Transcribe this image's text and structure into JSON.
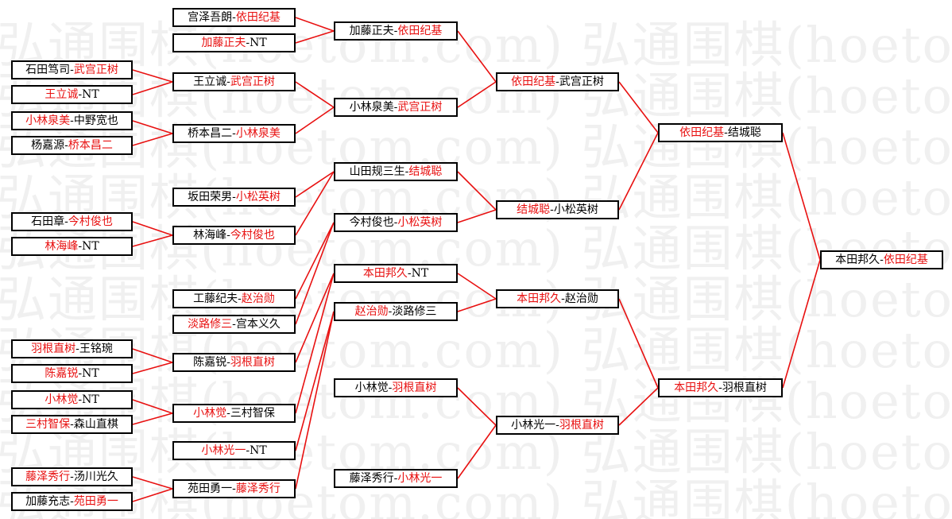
{
  "watermark": "弘通围棋(hoetom.com) 弘通围棋(hoetom.com)",
  "colors": {
    "winner": "#e81010",
    "loser": "#000000",
    "line": "#e81010",
    "border": "#000000"
  },
  "bracket": {
    "r1": [
      {
        "a": "石田笃司",
        "b": "武宫正树",
        "w": "b"
      },
      {
        "a": "王立诚",
        "b": "NT",
        "w": "a"
      },
      {
        "a": "小林泉美",
        "b": "中野宽也",
        "w": "a"
      },
      {
        "a": "杨嘉源",
        "b": "桥本昌二",
        "w": "b"
      },
      {
        "a": "石田章",
        "b": "今村俊也",
        "w": "b"
      },
      {
        "a": "林海峰",
        "b": "NT",
        "w": "a"
      },
      {
        "a": "羽根直树",
        "b": "王铭琬",
        "w": "a"
      },
      {
        "a": "陈嘉锐",
        "b": "NT",
        "w": "a"
      },
      {
        "a": "小林觉",
        "b": "NT",
        "w": "a"
      },
      {
        "a": "三村智保",
        "b": "森山直棋",
        "w": "a"
      },
      {
        "a": "藤泽秀行",
        "b": "汤川光久",
        "w": "a"
      },
      {
        "a": "加藤充志",
        "b": "苑田勇一",
        "w": "b"
      }
    ],
    "r2": [
      {
        "a": "宫泽吾朗",
        "b": "依田纪基",
        "w": "b"
      },
      {
        "a": "加藤正夫",
        "b": "NT",
        "w": "a"
      },
      {
        "a": "王立诚",
        "b": "武宫正树",
        "w": "b"
      },
      {
        "a": "桥本昌二",
        "b": "小林泉美",
        "w": "b"
      },
      {
        "a": "坂田荣男",
        "b": "小松英树",
        "w": "b"
      },
      {
        "a": "林海峰",
        "b": "今村俊也",
        "w": "b"
      },
      {
        "a": "工藤纪夫",
        "b": "赵治勋",
        "w": "b"
      },
      {
        "a": "淡路修三",
        "b": "宫本义久",
        "w": "a"
      },
      {
        "a": "陈嘉锐",
        "b": "羽根直树",
        "w": "b"
      },
      {
        "a": "小林觉",
        "b": "三村智保",
        "w": "a"
      },
      {
        "a": "小林光一",
        "b": "NT",
        "w": "a"
      },
      {
        "a": "苑田勇一",
        "b": "藤泽秀行",
        "w": "b"
      }
    ],
    "r3": [
      {
        "a": "加藤正夫",
        "b": "依田纪基",
        "w": "b"
      },
      {
        "a": "小林泉美",
        "b": "武宫正树",
        "w": "b"
      },
      {
        "a": "山田规三生",
        "b": "结城聪",
        "w": "b"
      },
      {
        "a": "今村俊也",
        "b": "小松英树",
        "w": "b"
      },
      {
        "a": "本田邦久",
        "b": "NT",
        "w": "a"
      },
      {
        "a": "赵治勋",
        "b": "淡路修三",
        "w": "a"
      },
      {
        "a": "小林觉",
        "b": "羽根直树",
        "w": "b"
      },
      {
        "a": "藤泽秀行",
        "b": "小林光一",
        "w": "b"
      }
    ],
    "r4": [
      {
        "a": "依田纪基",
        "b": "武宫正树",
        "w": "a"
      },
      {
        "a": "结城聪",
        "b": "小松英树",
        "w": "a"
      },
      {
        "a": "本田邦久",
        "b": "赵治勋",
        "w": "a"
      },
      {
        "a": "小林光一",
        "b": "羽根直树",
        "w": "b"
      }
    ],
    "r5": [
      {
        "a": "依田纪基",
        "b": "结城聪",
        "w": "a"
      },
      {
        "a": "本田邦久",
        "b": "羽根直树",
        "w": "a"
      }
    ],
    "r6": [
      {
        "a": "本田邦久",
        "b": "依田纪基",
        "w": "b"
      }
    ]
  }
}
